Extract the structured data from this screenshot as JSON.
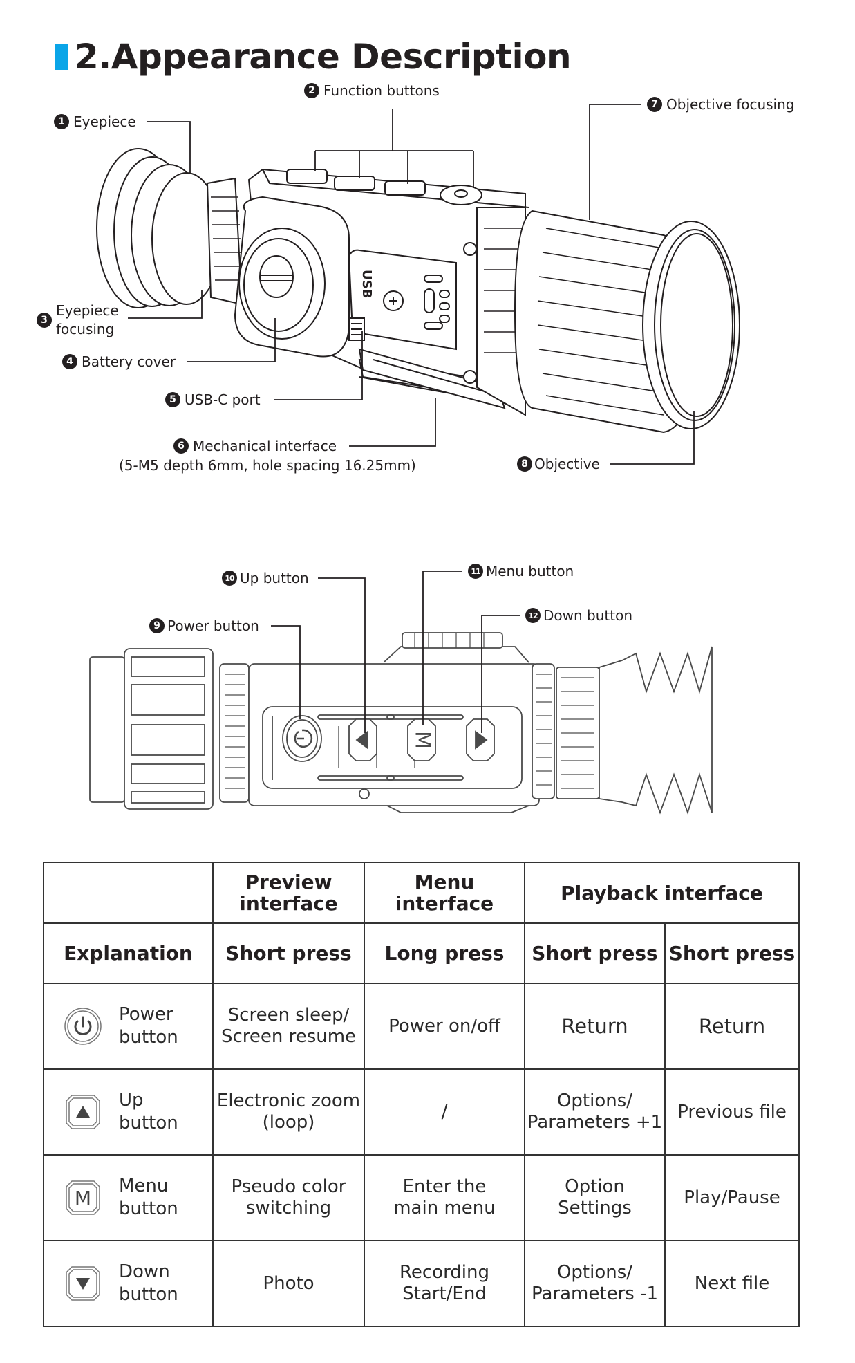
{
  "header": {
    "title": "2.Appearance Description",
    "accent_color": "#0aa5e8"
  },
  "diagram_top": {
    "labels": [
      {
        "num": "1",
        "text": "Eyepiece"
      },
      {
        "num": "2",
        "text": "Function buttons"
      },
      {
        "num": "3",
        "text": "Eyepiece",
        "text2": "focusing"
      },
      {
        "num": "4",
        "text": "Battery cover"
      },
      {
        "num": "5",
        "text": "USB-C port"
      },
      {
        "num": "6",
        "text": "Mechanical interface",
        "note": "(5-M5 depth 6mm, hole spacing 16.25mm)"
      },
      {
        "num": "7",
        "text": "Objective focusing"
      },
      {
        "num": "8",
        "text": "Objective"
      }
    ],
    "usb_marking": "USB"
  },
  "diagram_bottom": {
    "labels": [
      {
        "num": "9",
        "text": "Power button"
      },
      {
        "num": "10",
        "text": "Up button"
      },
      {
        "num": "11",
        "text": "Menu button"
      },
      {
        "num": "12",
        "text": "Down button"
      }
    ],
    "menu_key_glyph": "M"
  },
  "table": {
    "header_row1": [
      "",
      "Preview interface",
      "Menu interface",
      "Playback interface"
    ],
    "header_row2": [
      "Explanation",
      "Short press",
      "Long press",
      "Short press",
      "Short press"
    ],
    "rows": [
      {
        "icon": "power-icon",
        "name_line1": "Power",
        "name_line2": "button",
        "preview_short": "Screen sleep/\nScreen resume",
        "menu_long": "Power on/off",
        "playback_short_1": "Return",
        "playback_short_2": "Return"
      },
      {
        "icon": "up-triangle-icon",
        "name_line1": "Up",
        "name_line2": "button",
        "preview_short": "Electronic zoom\n(loop)",
        "menu_long": "/",
        "playback_short_1": "Options/\nParameters +1",
        "playback_short_2": "Previous file"
      },
      {
        "icon": "menu-m-icon",
        "glyph": "M",
        "name_line1": "Menu",
        "name_line2": "button",
        "preview_short": "Pseudo color\nswitching",
        "menu_long": "Enter the\nmain menu",
        "playback_short_1": "Option\nSettings",
        "playback_short_2": "Play/Pause"
      },
      {
        "icon": "down-triangle-icon",
        "name_line1": "Down",
        "name_line2": "button",
        "preview_short": "Photo",
        "menu_long": "Recording\nStart/End",
        "playback_short_1": "Options/\nParameters -1",
        "playback_short_2": "Next file"
      }
    ]
  }
}
